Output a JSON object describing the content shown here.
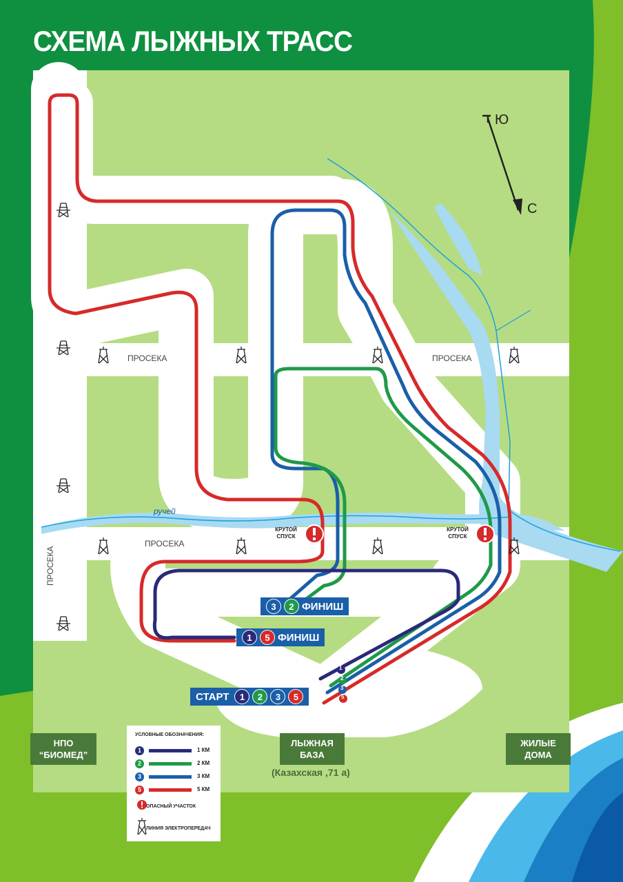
{
  "title": "СХЕМА ЛЫЖНЫХ ТРАСС",
  "compass": {
    "south": "Ю",
    "north": "С"
  },
  "clearings": {
    "top_left": "ПРОСЕКА",
    "top_right": "ПРОСЕКА",
    "middle": "ПРОСЕКА",
    "vertical": "ПРОСЕКА"
  },
  "stream_label": "ручей",
  "warnings": {
    "left": [
      "КРУТОЙ",
      "СПУСК"
    ],
    "right": [
      "КРУТОЙ",
      "СПУСК"
    ]
  },
  "finish_badges": [
    {
      "numbers": [
        "3",
        "2"
      ],
      "label": "ФИНИШ"
    },
    {
      "numbers": [
        "1",
        "5"
      ],
      "label": "ФИНИШ"
    }
  ],
  "start_badge": {
    "label": "СТАРТ",
    "numbers": [
      "1",
      "2",
      "3",
      "5"
    ]
  },
  "lane_markers": [
    "1",
    "2",
    "3",
    "5"
  ],
  "landmarks": {
    "npo": [
      "НПО",
      "“БИОМЕД”"
    ],
    "base": [
      "ЛЫЖНАЯ",
      "БАЗА"
    ],
    "houses": [
      "ЖИЛЫЕ",
      "ДОМА"
    ],
    "address": "(Казахская ,71 а)"
  },
  "legend": {
    "title": "УСЛОВНЫЕ ОБОЗНАЧЕНИЯ:",
    "routes": [
      {
        "num": "1",
        "label": "1 КМ",
        "color": "#2a2a7a"
      },
      {
        "num": "2",
        "label": "2 КМ",
        "color": "#1f9a48"
      },
      {
        "num": "3",
        "label": "3 КМ",
        "color": "#1a5fa8"
      },
      {
        "num": "5",
        "label": "5 КМ",
        "color": "#d62a2a"
      }
    ],
    "danger_label": "ОПАСНЫЙ УЧАСТОК",
    "power_label": "ЛИНИЯ ЭЛЕКТРОПЕРЕДАЧ"
  },
  "colors": {
    "forest": "#b5dc82",
    "dark_green": "#0f9040",
    "lime": "#7fbf2a",
    "route_1km": "#2a2a7a",
    "route_2km": "#1f9a48",
    "route_3km": "#1a5fa8",
    "route_5km": "#d62a2a",
    "water": "#a8daf2",
    "stream_line": "#1aa0dc"
  }
}
